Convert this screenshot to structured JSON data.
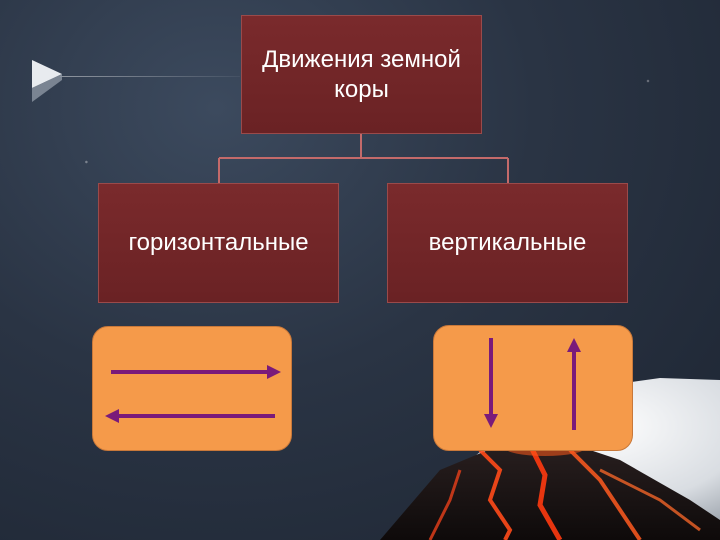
{
  "diagram": {
    "root": {
      "label": "Движения земной коры"
    },
    "children": [
      {
        "label": "горизонтальные",
        "symbol": "horizontal-arrows"
      },
      {
        "label": "вертикальные",
        "symbol": "vertical-arrows"
      }
    ]
  },
  "colors": {
    "box_fill": "#6e2527",
    "box_border": "#9a4a4a",
    "connector": "#c46a6a",
    "card_fill": "#f59a4a",
    "arrow": "#7a1a7a"
  }
}
